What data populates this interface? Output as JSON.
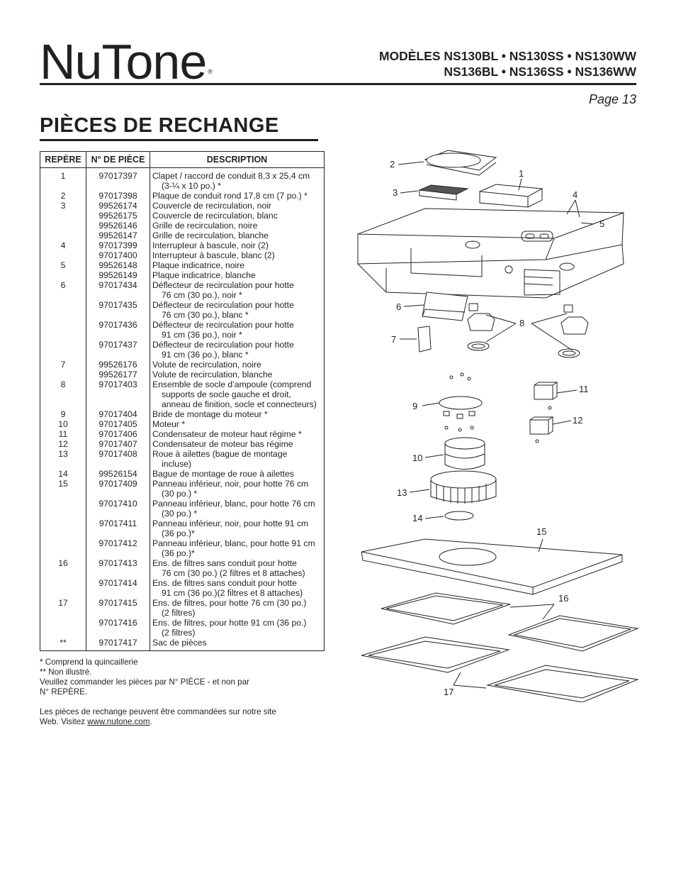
{
  "header": {
    "logo": "NuTone",
    "logo_reg": "®",
    "models_line1": "MODÈLES NS130BL • NS130SS • NS130WW",
    "models_line2": "NS136BL • NS136SS • NS136WW",
    "page": "Page 13"
  },
  "title": "PIÈCES DE RECHANGE",
  "table": {
    "headers": [
      "REPÈRE",
      "N° DE PIÈCE",
      "DESCRIPTION"
    ],
    "rows": [
      {
        "rep": "1",
        "num": "97017397",
        "desc": "Clapet / raccord de conduit 8,3 x 25,4 cm",
        "desc2": "(3-¼ x 10 po.) *"
      },
      {
        "rep": "2",
        "num": "97017398",
        "desc": "Plaque de conduit rond 17,8 cm (7 po.) *"
      },
      {
        "rep": "3",
        "num": "99526174",
        "desc": "Couvercle de recirculation, noir"
      },
      {
        "rep": "",
        "num": "99526175",
        "desc": "Couvercle de recirculation, blanc"
      },
      {
        "rep": "",
        "num": "99526146",
        "desc": "Grille de recirculation, noire"
      },
      {
        "rep": "",
        "num": "99526147",
        "desc": "Grille de recirculation, blanche"
      },
      {
        "rep": "4",
        "num": "97017399",
        "desc": "Interrupteur à bascule, noir (2)"
      },
      {
        "rep": "",
        "num": "97017400",
        "desc": "Interrupteur à bascule, blanc (2)"
      },
      {
        "rep": "5",
        "num": "99526148",
        "desc": "Plaque indicatrice, noire"
      },
      {
        "rep": "",
        "num": "99526149",
        "desc": "Plaque indicatrice, blanche"
      },
      {
        "rep": "6",
        "num": "97017434",
        "desc": "Déflecteur de recirculation pour hotte",
        "desc2": "76 cm (30 po.), noir *"
      },
      {
        "rep": "",
        "num": "97017435",
        "desc": "Déflecteur de recirculation pour hotte",
        "desc2": "76 cm (30 po.), blanc *"
      },
      {
        "rep": "",
        "num": "97017436",
        "desc": "Déflecteur de recirculation pour hotte",
        "desc2": "91 cm (36 po.), noir *"
      },
      {
        "rep": "",
        "num": "97017437",
        "desc": "Déflecteur de recirculation pour hotte",
        "desc2": "91 cm (36 po.), blanc *"
      },
      {
        "rep": "7",
        "num": "99526176",
        "desc": "Volute de recirculation, noire"
      },
      {
        "rep": "",
        "num": "99526177",
        "desc": "Volute de recirculation, blanche"
      },
      {
        "rep": "8",
        "num": "97017403",
        "desc": "Ensemble de socle d’ampoule (comprend",
        "desc2": "supports de socle gauche et droit,",
        "desc3": "anneau de finition, socle et connecteurs)"
      },
      {
        "rep": "9",
        "num": "97017404",
        "desc": "Bride de montage du moteur *"
      },
      {
        "rep": "10",
        "num": "97017405",
        "desc": "Moteur *"
      },
      {
        "rep": "11",
        "num": "97017406",
        "desc": "Condensateur de moteur haut régime *"
      },
      {
        "rep": "12",
        "num": "97017407",
        "desc": "Condensateur de moteur bas régime"
      },
      {
        "rep": "13",
        "num": "97017408",
        "desc": "Roue à ailettes (bague de montage",
        "desc2": "incluse)"
      },
      {
        "rep": "14",
        "num": "99526154",
        "desc": "Bague de montage de roue à ailettes"
      },
      {
        "rep": "15",
        "num": "97017409",
        "desc": "Panneau inférieur, noir, pour hotte 76 cm",
        "desc2": "(30 po.) *"
      },
      {
        "rep": "",
        "num": "97017410",
        "desc": "Panneau inférieur, blanc, pour hotte 76 cm",
        "desc2": "(30 po.) *"
      },
      {
        "rep": "",
        "num": "97017411",
        "desc": "Panneau inférieur, noir, pour hotte 91 cm",
        "desc2": "(36 po.)*"
      },
      {
        "rep": "",
        "num": "97017412",
        "desc": "Panneau inférieur, blanc, pour hotte 91 cm",
        "desc2": "(36 po.)*"
      },
      {
        "rep": "16",
        "num": "97017413",
        "desc": "Ens. de filtres sans conduit pour hotte",
        "desc2": "76 cm (30 po.) (2 filtres et 8 attaches)"
      },
      {
        "rep": "",
        "num": "97017414",
        "desc": "Ens. de filtres sans conduit pour hotte",
        "desc2": "91 cm (36 po.)(2 filtres et 8 attaches)"
      },
      {
        "rep": "17",
        "num": "97017415",
        "desc": "Ens. de filtres, pour hotte 76 cm (30 po.)",
        "desc2": "(2 filtres)"
      },
      {
        "rep": "",
        "num": "97017416",
        "desc": "Ens. de filtres, pour hotte 91 cm (36 po.)",
        "desc2": "(2 filtres)"
      },
      {
        "rep": "**",
        "num": "97017417",
        "desc": "Sac de pièces"
      }
    ]
  },
  "notes": {
    "n1": "* Comprend la quincaillerie",
    "n2": "** Non illustré.",
    "n3": "Veuillez commander les pièces par N° PIÈCE - et non par",
    "n4": "N° REPÈRE.",
    "n5": "Les pièces de rechange peuvent être commandées sur notre site",
    "n6_prefix": "Web. Visitez ",
    "n6_link": "www.nutone.com",
    "n6_suffix": "."
  },
  "diagram": {
    "callouts": [
      "1",
      "2",
      "3",
      "4",
      "5",
      "6",
      "7",
      "8",
      "9",
      "10",
      "11",
      "12",
      "13",
      "14",
      "15",
      "16",
      "17"
    ]
  }
}
